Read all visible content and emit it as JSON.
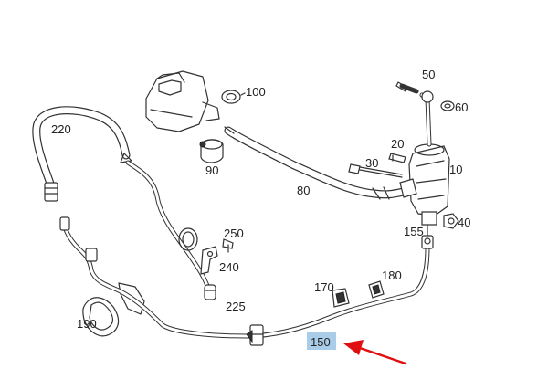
{
  "labels": {
    "p10": "10",
    "p20": "20",
    "p30": "30",
    "p40": "40",
    "p50": "50",
    "p60": "60",
    "p80": "80",
    "p90": "90",
    "p100": "100",
    "p150": "150",
    "p155": "155",
    "p170": "170",
    "p180": "180",
    "p190": "190",
    "p220": "220",
    "p225": "225",
    "p240": "240",
    "p250": "250"
  },
  "colors": {
    "highlight": "#a9cde8",
    "arrow": "#e01010",
    "line": "#333333"
  }
}
